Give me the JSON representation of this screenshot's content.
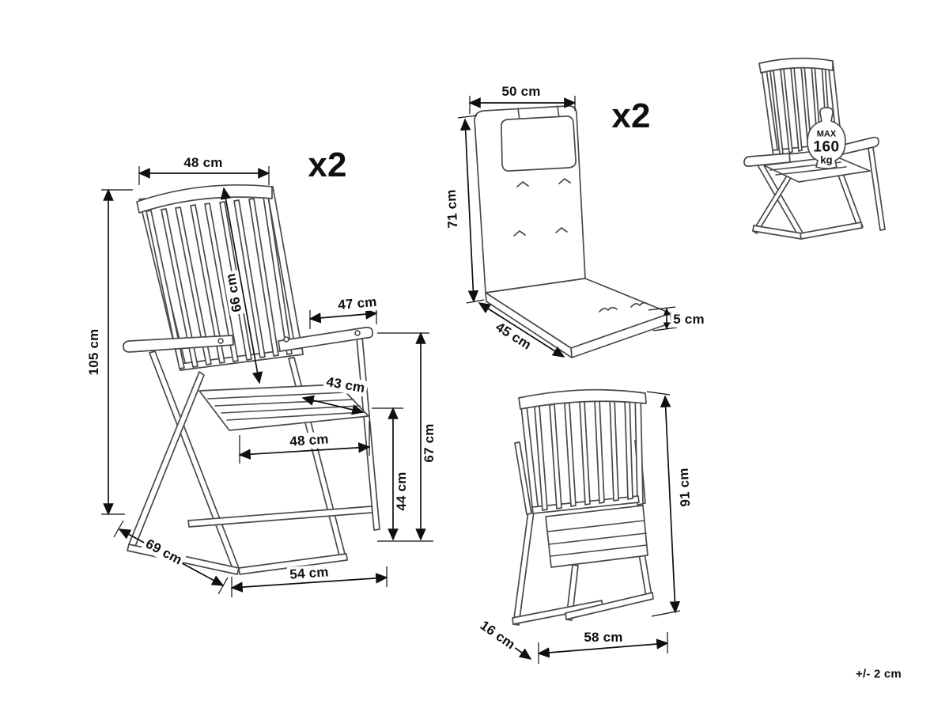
{
  "chair_front": {
    "quantity": "x2",
    "dimensions": {
      "backrest_width": "48 cm",
      "total_height": "105 cm",
      "backrest_length": "66 cm",
      "armrest_length": "47 cm",
      "seat_depth": "43 cm",
      "seat_width": "48 cm",
      "seat_height": "44 cm",
      "armrest_height": "67 cm",
      "base_depth": "69 cm",
      "base_width": "54 cm"
    }
  },
  "cushion": {
    "quantity": "x2",
    "dimensions": {
      "width": "50 cm",
      "back_height": "71 cm",
      "seat_depth": "45 cm",
      "thickness": "5 cm"
    }
  },
  "chair_folded": {
    "dimensions": {
      "height": "91 cm",
      "depth": "16 cm",
      "width": "58 cm"
    }
  },
  "weight_badge": {
    "line1": "MAX",
    "line2": "160",
    "line3": "kg"
  },
  "footnote": {
    "tolerance": "+/- 2 cm"
  },
  "colors": {
    "line_art": "#4a4a4a",
    "dimension_lines": "#0f0f0f",
    "background": "#ffffff",
    "text": "#101010"
  }
}
